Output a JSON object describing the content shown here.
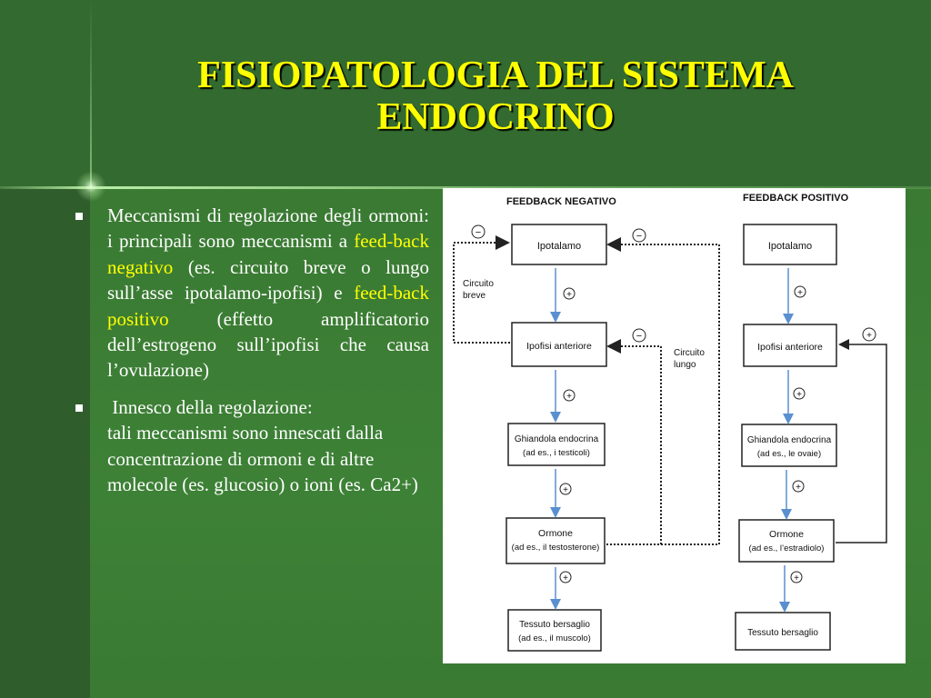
{
  "slide": {
    "title_line1": "FISIOPATOLOGIA DEL SISTEMA",
    "title_line2": "ENDOCRINO"
  },
  "bullets": [
    {
      "part1": "Meccanismi di regolazione degli ormoni: i principali sono meccanismi a ",
      "hl1": "feed-back negativo",
      "part2": " (es. circuito breve o lungo sull’asse ipotalamo-ipofisi) e ",
      "hl2": "feed-back positivo",
      "part3": " (effetto amplificatorio dell’estrogeno sull’ipofisi che causa l’ovulazione)"
    },
    {
      "heading": " Innesco della regolazione:",
      "body": "tali meccanismi sono innescati dalla concentrazione di ormoni e di altre molecole (es. glucosio) o ioni (es. Ca2+)"
    }
  ],
  "diagram": {
    "negative": {
      "title": "FEEDBACK NEGATIVO",
      "box1": "Ipotalamo",
      "box2": "Ipofisi anteriore",
      "box3_line1": "Ghiandola endocrina",
      "box3_line2": "(ad es., i testicoli)",
      "box4_line1": "Ormone",
      "box4_line2": "(ad es., il testosterone)",
      "box5_line1": "Tessuto bersaglio",
      "box5_line2": "(ad es., il muscolo)",
      "short_loop_line1": "Circuito",
      "short_loop_line2": "breve",
      "long_loop_line1": "Circuito",
      "long_loop_line2": "lungo",
      "minus": "−",
      "plus": "+"
    },
    "positive": {
      "title": "FEEDBACK POSITIVO",
      "box1": "Ipotalamo",
      "box2": "Ipofisi anteriore",
      "box3_line1": "Ghiandola endocrina",
      "box3_line2": "(ad es., le ovaie)",
      "box4_line1": "Ormone",
      "box4_line2": "(ad es., l’estradiolo)",
      "box5": "Tessuto bersaglio",
      "plus": "+"
    }
  }
}
